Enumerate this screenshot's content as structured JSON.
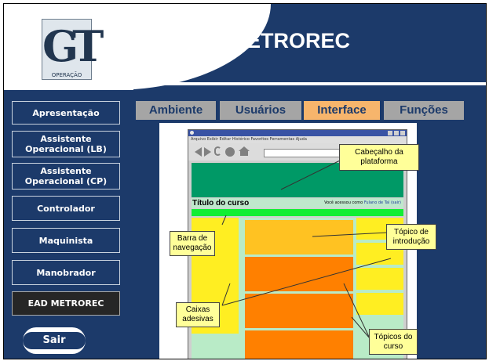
{
  "header": {
    "title": "EAD METROREC"
  },
  "logo": {
    "letters": "GT",
    "caption": "OPERAÇÃO"
  },
  "sidebar": {
    "items": [
      {
        "label": "Apresentação"
      },
      {
        "label": "Assistente Operacional (LB)"
      },
      {
        "label": "Assistente Operacional (CP)"
      },
      {
        "label": "Controlador"
      },
      {
        "label": "Maquinista"
      },
      {
        "label": "Manobrador"
      },
      {
        "label": "EAD METROREC"
      }
    ],
    "exit_label": "Sair"
  },
  "tabs": [
    {
      "label": "Ambiente"
    },
    {
      "label": "Usuários"
    },
    {
      "label": "Interface"
    },
    {
      "label": "Funções"
    }
  ],
  "diagram": {
    "menubar": "Arquivo  Exibir  Editar  Histórico  Favoritos  Ferramentas  Ajuda",
    "course_title": "Título do curso",
    "login_prefix": "Você acessou como ",
    "login_user": "Fulano de Tal (sair)",
    "callouts": {
      "header": "Cabeçalho da plataforma",
      "nav": "Barra de navegação",
      "intro": "Tópico de introdução",
      "sticky": "Caixas adesivas",
      "topics": "Tópicos do curso"
    }
  },
  "colors": {
    "background": "#1c3a6a",
    "tab_inactive": "#a5a5a5",
    "tab_active": "#f7b56c",
    "sidebar_active": "#262626",
    "callout_fill": "#ffff99"
  }
}
